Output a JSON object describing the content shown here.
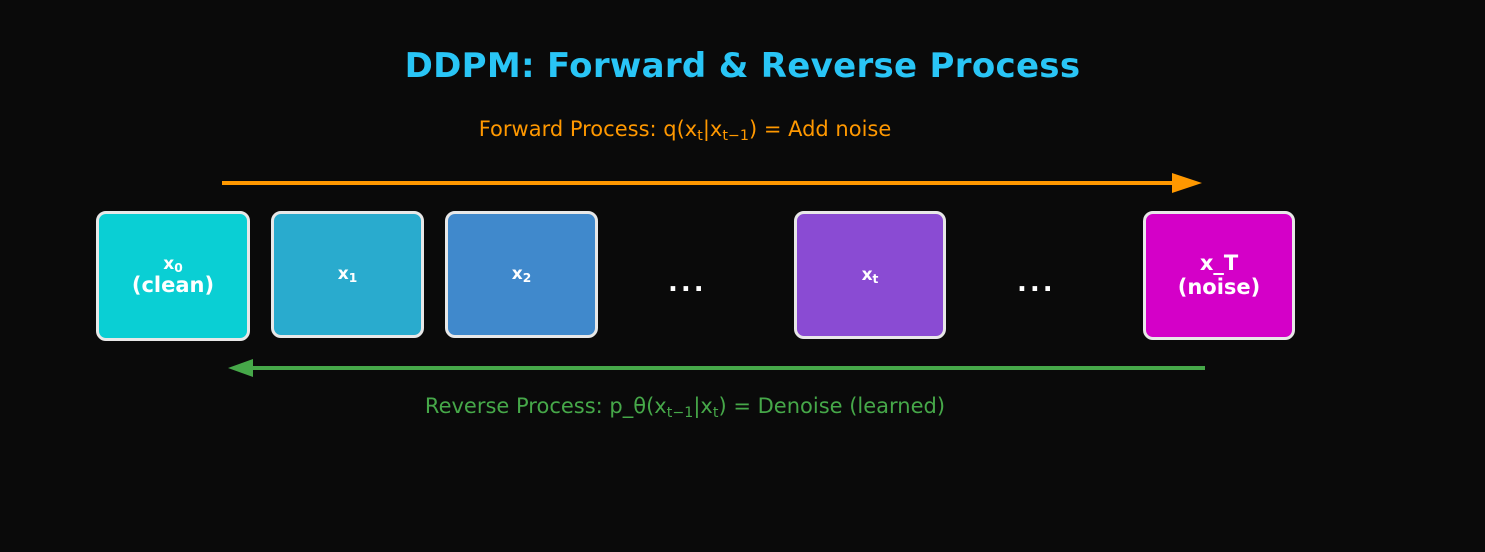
{
  "title": "DDPM: Forward & Reverse Process",
  "background_color": "#0a0a0a",
  "title_color": "#29C5F6",
  "forward": {
    "caption_prefix": "Forward Process: q(x",
    "caption_sub1": "t",
    "caption_mid": "|x",
    "caption_sub2": "t−1",
    "caption_suffix": ") = Add noise",
    "caption_full": "Forward Process: q(xt|xt−1) = Add noise",
    "color": "#FF9800",
    "arrow_direction": "right"
  },
  "reverse": {
    "caption_prefix": "Reverse Process: p_θ(x",
    "caption_sub1": "t−1",
    "caption_mid": "|x",
    "caption_sub2": "t",
    "caption_suffix": ") = Denoise (learned)",
    "caption_full": "Reverse Process: p_θ(xt−1|xt) = Denoise (learned)",
    "color": "#46A849",
    "arrow_direction": "left"
  },
  "steps": [
    {
      "id": "x0",
      "main": "x",
      "sub_index": "0",
      "label": "(clean)",
      "color": "#0ACFD4",
      "border": "#E8E8E8"
    },
    {
      "id": "x1",
      "main": "x",
      "sub_index": "1",
      "label": "",
      "color": "#29ABCE",
      "border": "#E8E8E8"
    },
    {
      "id": "x2",
      "main": "x",
      "sub_index": "2",
      "label": "",
      "color": "#4089CC",
      "border": "#E8E8E8"
    },
    {
      "id": "xt",
      "main": "x",
      "sub_index": "t",
      "label": "",
      "color": "#8A4BD3",
      "border": "#E8E8E8"
    },
    {
      "id": "xT",
      "main": "x_T",
      "sub_index": "",
      "label": "(noise)",
      "color": "#D400C8",
      "border": "#E8E8E8"
    }
  ],
  "ellipses": [
    {
      "text": "..."
    },
    {
      "text": "..."
    }
  ]
}
